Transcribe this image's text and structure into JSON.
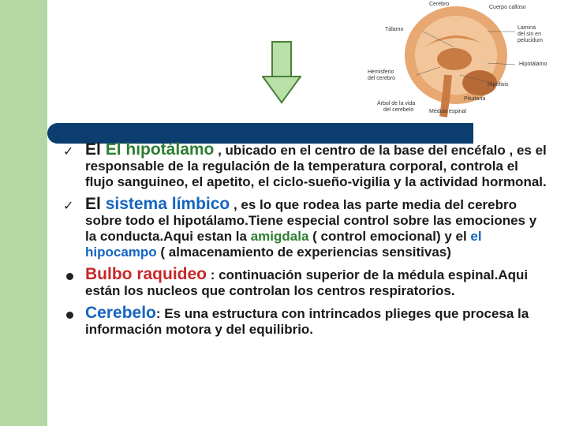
{
  "diagram": {
    "labels": {
      "cerebro": "Cerebro",
      "cuerpo_calloso": "Cuerpo calloso",
      "talamo": "Tálamo",
      "lamina": [
        "Lamina",
        "del sin en",
        "pelucidum"
      ],
      "hemisferio": [
        "Hemisferio",
        "del cerebro"
      ],
      "hipotalamo": "Hipotálamo",
      "hipofisis": "Hipófisis",
      "pituitaria": "Pituitaria",
      "arbol": [
        "Árbol de la vida",
        "del cerebelo"
      ],
      "medula": "Médula espinal"
    }
  },
  "items": [
    {
      "title": "El hipotálamo",
      "rest": " , ubicado en el centro de la base del encéfalo , es el responsable de la regulación de la temperatura corporal, controla el flujo sanguineo, el apetito, el ciclo-sueño-vigilia y la actividad hormonal."
    },
    {
      "title_pre": "El ",
      "title": "sistema límbico",
      "rest_a": " , es lo que rodea las parte media del cerebro sobre todo el hipotálamo.Tiene especial control sobre las emociones y la conducta.Aqui estan la ",
      "amigdala": "amigdala",
      "rest_b": " ( control emocional) y el ",
      "hipocampo": "el hipocampo",
      "rest_c": " ( almacenamiento de experiencias sensitivas)"
    },
    {
      "title": "Bulbo raquideo",
      "rest": " : continuación superior de la médula espinal.Aqui están los nucleos que controlan los centros respiratorios."
    },
    {
      "title": "Cerebelo",
      "rest": ": Es una estructura con intrincados plieges que procesa la información motora  y del equilibrio."
    }
  ]
}
